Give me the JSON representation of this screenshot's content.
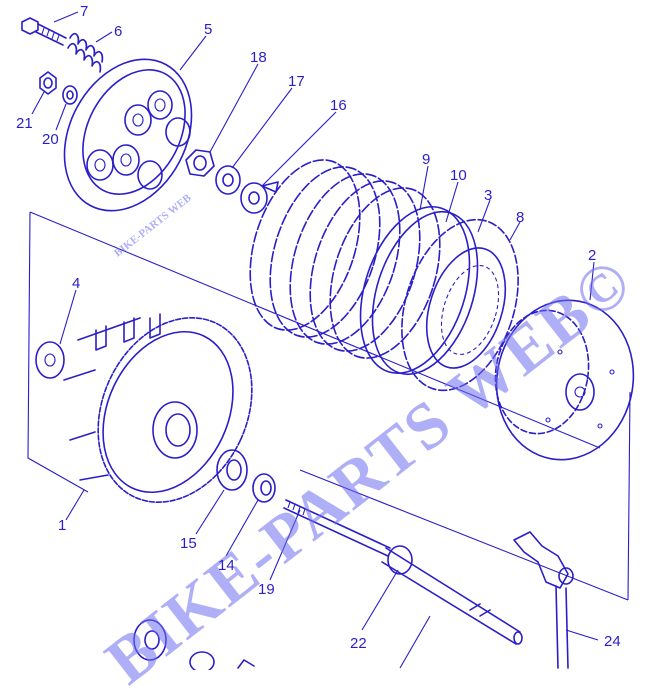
{
  "watermark": {
    "main": "BIKE-PARTS WEB©",
    "small": "BIKE-PARTS WEB"
  },
  "callouts": [
    "7",
    "6",
    "5",
    "18",
    "17",
    "16",
    "21",
    "20",
    "9",
    "10",
    "3",
    "8",
    "2",
    "4",
    "1",
    "15",
    "14",
    "19",
    "22",
    "24"
  ],
  "colors": {
    "line": "#2a1ec8",
    "watermark": "#8a8af0",
    "background": "#ffffff"
  }
}
